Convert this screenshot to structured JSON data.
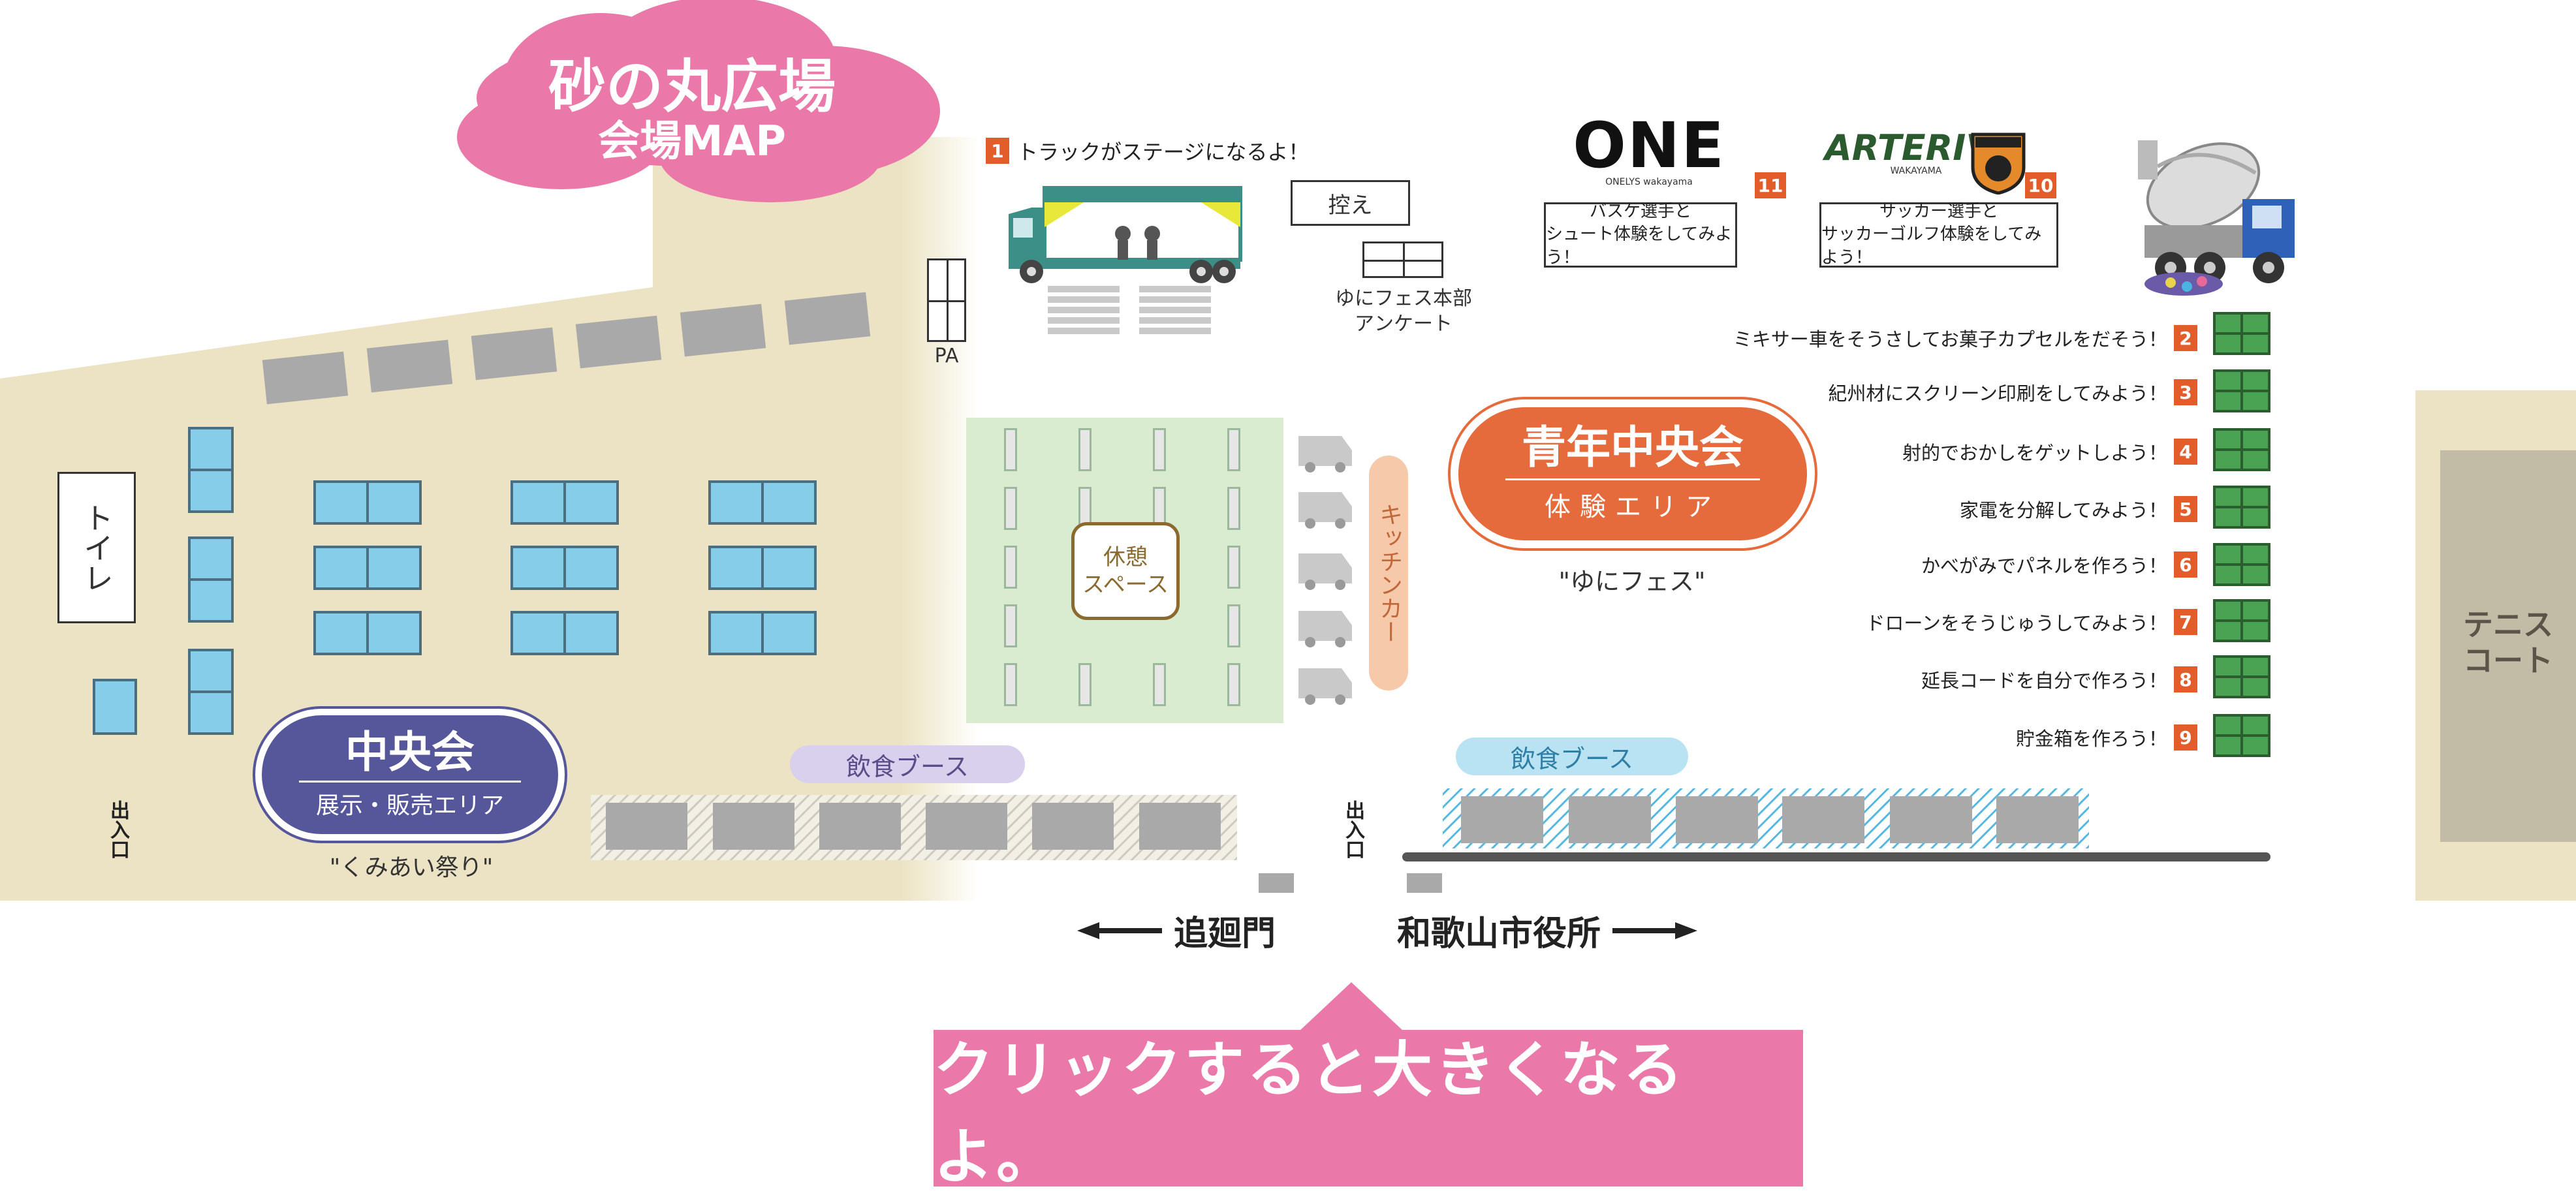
{
  "title": {
    "line1": "砂の丸広場",
    "line2": "会場MAP"
  },
  "stage": {
    "number": "1",
    "caption": "トラックがステージになるよ！"
  },
  "hikae": "控え",
  "honbu": {
    "line1": "ゆにフェス本部",
    "line2": "アンケート"
  },
  "pa": "PA",
  "toilet": "トイレ",
  "chuokai": {
    "name": "中央会",
    "area": "展示・販売エリア",
    "caption": "\"くみあい祭り\""
  },
  "seinen": {
    "name": "青年中央会",
    "area": "体験エリア",
    "caption": "\"ゆにフェス\""
  },
  "rest": {
    "line1": "休憩",
    "line2": "スペース"
  },
  "kitchen": "キッチンカー",
  "food_left": "飲食ブース",
  "food_right": "飲食ブース",
  "exit_left": "出入口",
  "exit_center": "出入口",
  "dir_left": "追廻門",
  "dir_right": "和歌山市役所",
  "tennis": {
    "line1": "テニス",
    "line2": "コート"
  },
  "sponsors": {
    "one": {
      "logo": "ONE",
      "sub": "ONELYS wakayama",
      "number": "11",
      "line1": "バスケ選手と",
      "line2": "シュート体験をしてみよう！"
    },
    "arterivo": {
      "logo": "ARTERIVO",
      "sub": "WAKAYAMA",
      "number": "10",
      "line1": "サッカー選手と",
      "line2": "サッカーゴルフ体験をしてみよう！"
    }
  },
  "activities": [
    {
      "num": "2",
      "text": "ミキサー車をそうさしてお菓子カプセルをだそう！"
    },
    {
      "num": "3",
      "text": "紀州材にスクリーン印刷をしてみよう！"
    },
    {
      "num": "4",
      "text": "射的でおかしをゲットしよう！"
    },
    {
      "num": "5",
      "text": "家電を分解してみよう！"
    },
    {
      "num": "6",
      "text": "かべがみでパネルを作ろう！"
    },
    {
      "num": "7",
      "text": "ドローンをそうじゅうしてみよう！"
    },
    {
      "num": "8",
      "text": "延長コードを自分で作ろう！"
    },
    {
      "num": "9",
      "text": "貯金箱を作ろう！"
    }
  ],
  "cta": "クリックすると大きくなるよ。",
  "colors": {
    "beige": "#ebe3c3",
    "pink": "#ea78a8",
    "navy": "#55579a",
    "orange": "#e56a3c",
    "green": "#4aa352",
    "rest_green": "#d9ecd0",
    "lavender": "#d8d0ec",
    "light_blue": "#b9e3f2",
    "tennis": "#c2bba6"
  }
}
